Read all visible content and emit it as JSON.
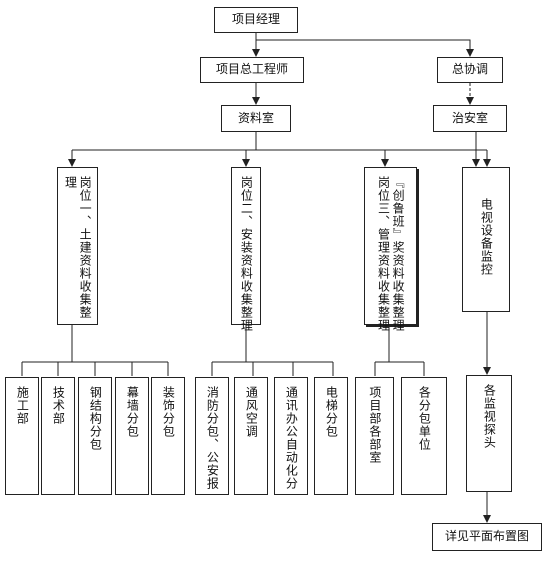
{
  "title_box": "项目经理",
  "level2": {
    "engineer": "项目总工程师",
    "coordinator": "总协调"
  },
  "level3": {
    "records": "资料室",
    "security": "治安室"
  },
  "posts": {
    "post1": "岗位一、土建资料收集整理",
    "post2": "岗位二、安装资料收集整理",
    "post3_col1": "岗位三、管理资料收集整理",
    "post3_col2": "『创鲁班』奖资料收集整理",
    "monitor": "电视设备监控"
  },
  "units": {
    "construction": "施工部",
    "technical": "技术部",
    "steel": "钢结构分包",
    "curtain_wall": "幕墙分包",
    "decoration": "装饰分包",
    "fire": "消防分包、公安报",
    "hvac": "通风空调",
    "telecom": "通讯办公自动化分",
    "elevator": "电梯分包",
    "departments": "项目部各部室",
    "subcontractors": "各分包单位",
    "cameras": "各监视探头"
  },
  "footer": "详见平面布置图"
}
